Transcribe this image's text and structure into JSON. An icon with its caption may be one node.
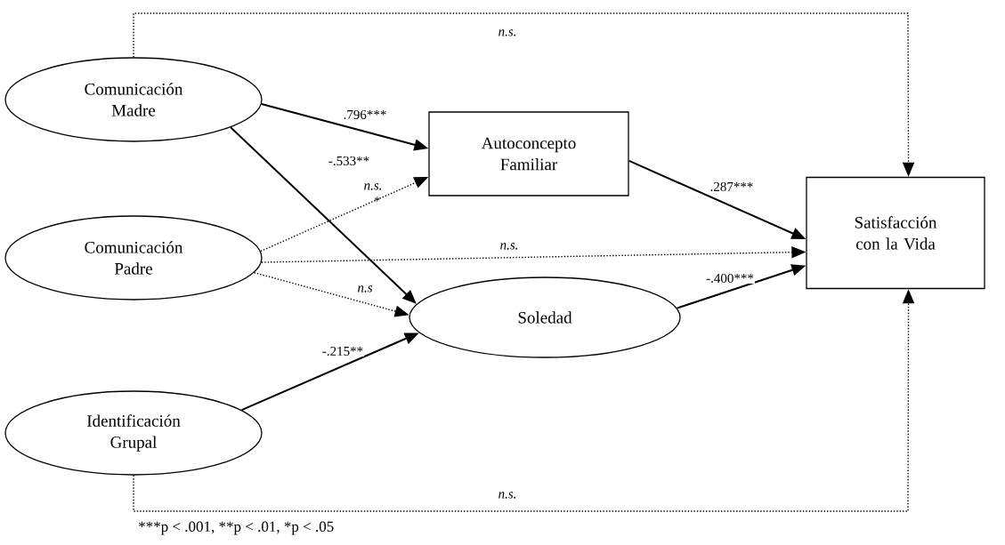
{
  "diagram": {
    "nodes": [
      {
        "text": [
          "Comunicación Madre"
        ]
      },
      {
        "text": [
          "Comunicación Padre"
        ]
      },
      {
        "text": [
          "Identificación Grupal"
        ]
      },
      {
        "text": [
          "Autoconcepto Familiar"
        ]
      },
      {
        "text": [
          "Soledad"
        ]
      },
      {
        "text": [
          "Satisfacción con la Vida"
        ]
      }
    ],
    "edges": [
      {
        "from": 0,
        "to": 3,
        "arrow": "to",
        "label": ".796***"
      },
      {
        "from": 0,
        "to": 4,
        "arrow": "to",
        "label": "-.533**"
      },
      {
        "from": 1,
        "to": 3,
        "arrow": "to",
        "label": "n.s.",
        "style": "dashed"
      },
      {
        "from": 1,
        "to": 5,
        "arrow": "to",
        "label": "n.s.",
        "style": "dashed"
      },
      {
        "from": 1,
        "to": 4,
        "arrow": "to",
        "label": "n.s",
        "style": "dashed"
      },
      {
        "from": 2,
        "to": 4,
        "arrow": "to",
        "label": "-.215**"
      },
      {
        "from": 3,
        "to": 5,
        "arrow": "to",
        "label": ".287***"
      },
      {
        "from": 4,
        "to": 5,
        "arrow": "to",
        "label": "-.400***"
      },
      {
        "from": 0,
        "to": 5,
        "arrow": "to",
        "label": "n.s.",
        "style": "dashed"
      },
      {
        "from": 2,
        "to": 5,
        "arrow": "to",
        "label": "n.s.",
        "style": "dashed"
      }
    ],
    "labels": [
      "*",
      "***p < .001, **p < .01, *p < .05"
    ]
  }
}
